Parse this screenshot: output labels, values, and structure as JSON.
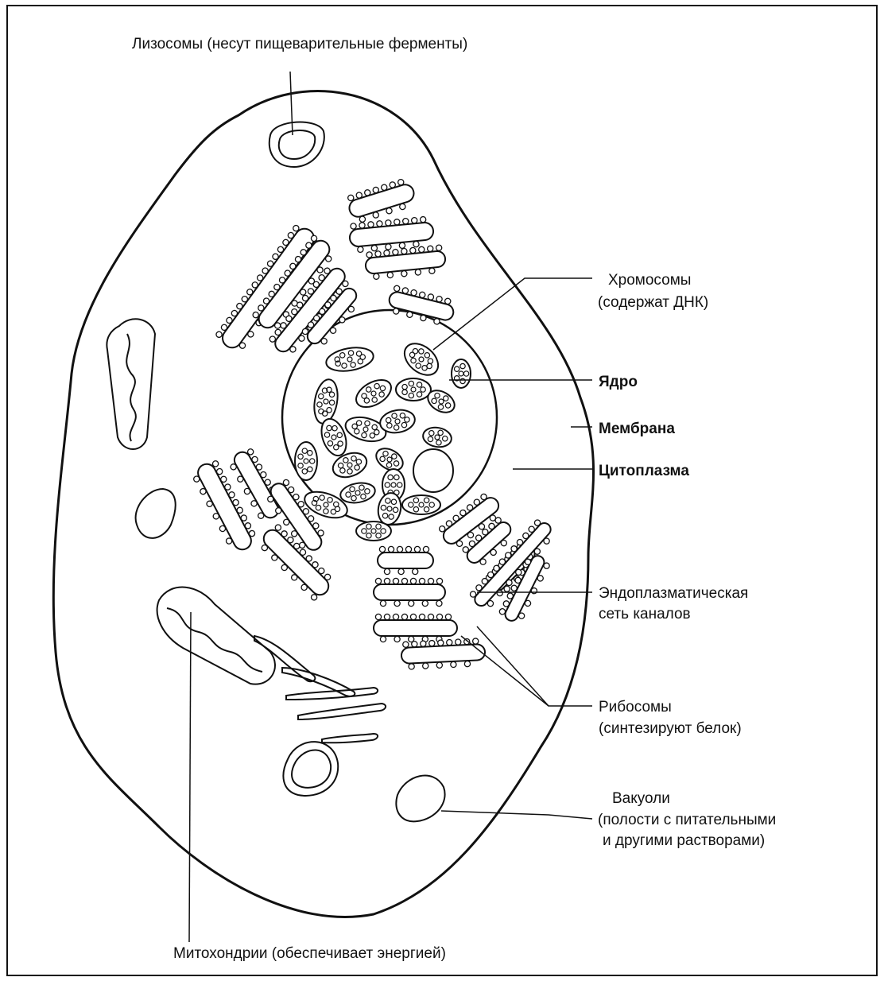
{
  "labels": {
    "lysosomes": "Лизосомы (несут пищеварительные ферменты)",
    "chromosomes_1": "Хромосомы",
    "chromosomes_2": "(содержат ДНК)",
    "nucleus": "Ядро",
    "membrane": "Мембрана",
    "cytoplasm": "Цитоплазма",
    "er_1": "Эндоплазматическая",
    "er_2": "сеть каналов",
    "ribosomes_1": "Рибосомы",
    "ribosomes_2": "(синтезируют белок)",
    "vacuoles_1": "Вакуоли",
    "vacuoles_2": "(полости с питательными",
    "vacuoles_3": "и другими растворами)",
    "mitochondria": "Митохондрии (обеспечивает энергией)"
  },
  "colors": {
    "ink": "#111111",
    "background": "#ffffff"
  }
}
